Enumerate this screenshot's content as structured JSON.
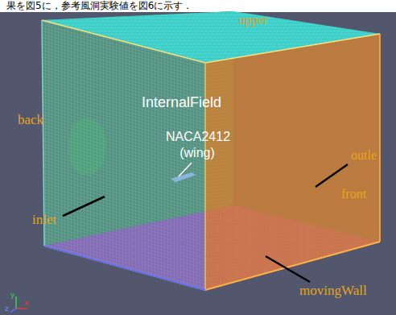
{
  "diagram": {
    "labels": [
      "果を図5に，参考風洞実験値を図6に示す．",
      "upper",
      "back",
      "InternalField",
      "NACA2412 (wing)",
      "outle",
      "front",
      "inlet",
      "movingWall",
      "y",
      "x",
      "z"
    ]
  }
}
